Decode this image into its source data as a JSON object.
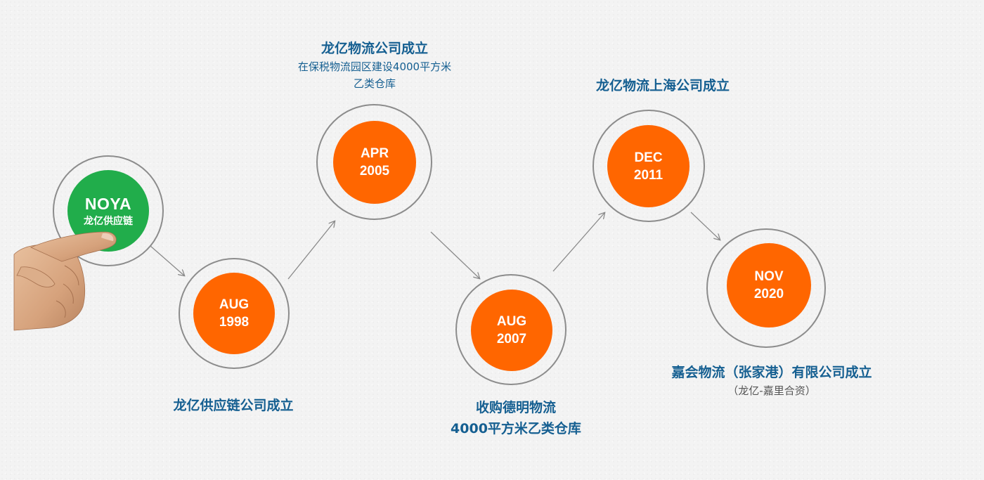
{
  "start": {
    "brand": "NOYA",
    "brand_cn": "龙亿供应链"
  },
  "milestones": [
    {
      "month": "AUG",
      "year": "1998",
      "title": "龙亿供应链公司成立"
    },
    {
      "month": "APR",
      "year": "2005",
      "title": "龙亿物流公司成立",
      "desc_line1": "在保税物流园区建设4000平方米",
      "desc_line2": "乙类仓库"
    },
    {
      "month": "AUG",
      "year": "2007",
      "title_line1": "收购德明物流",
      "title_line2": "4000平方米乙类仓库"
    },
    {
      "month": "DEC",
      "year": "2011",
      "title": "龙亿物流上海公司成立"
    },
    {
      "month": "NOV",
      "year": "2020",
      "title": "嘉会物流（张家港）有限公司成立",
      "note": "（龙亿-嘉里合资）"
    }
  ],
  "colors": {
    "accent_orange": "#ff6600",
    "accent_green": "#21ad4b",
    "text_blue": "#155f91",
    "ring_grey": "#8c8c8c"
  },
  "icons": [
    "pointing-hand-icon",
    "arrow-icon"
  ]
}
